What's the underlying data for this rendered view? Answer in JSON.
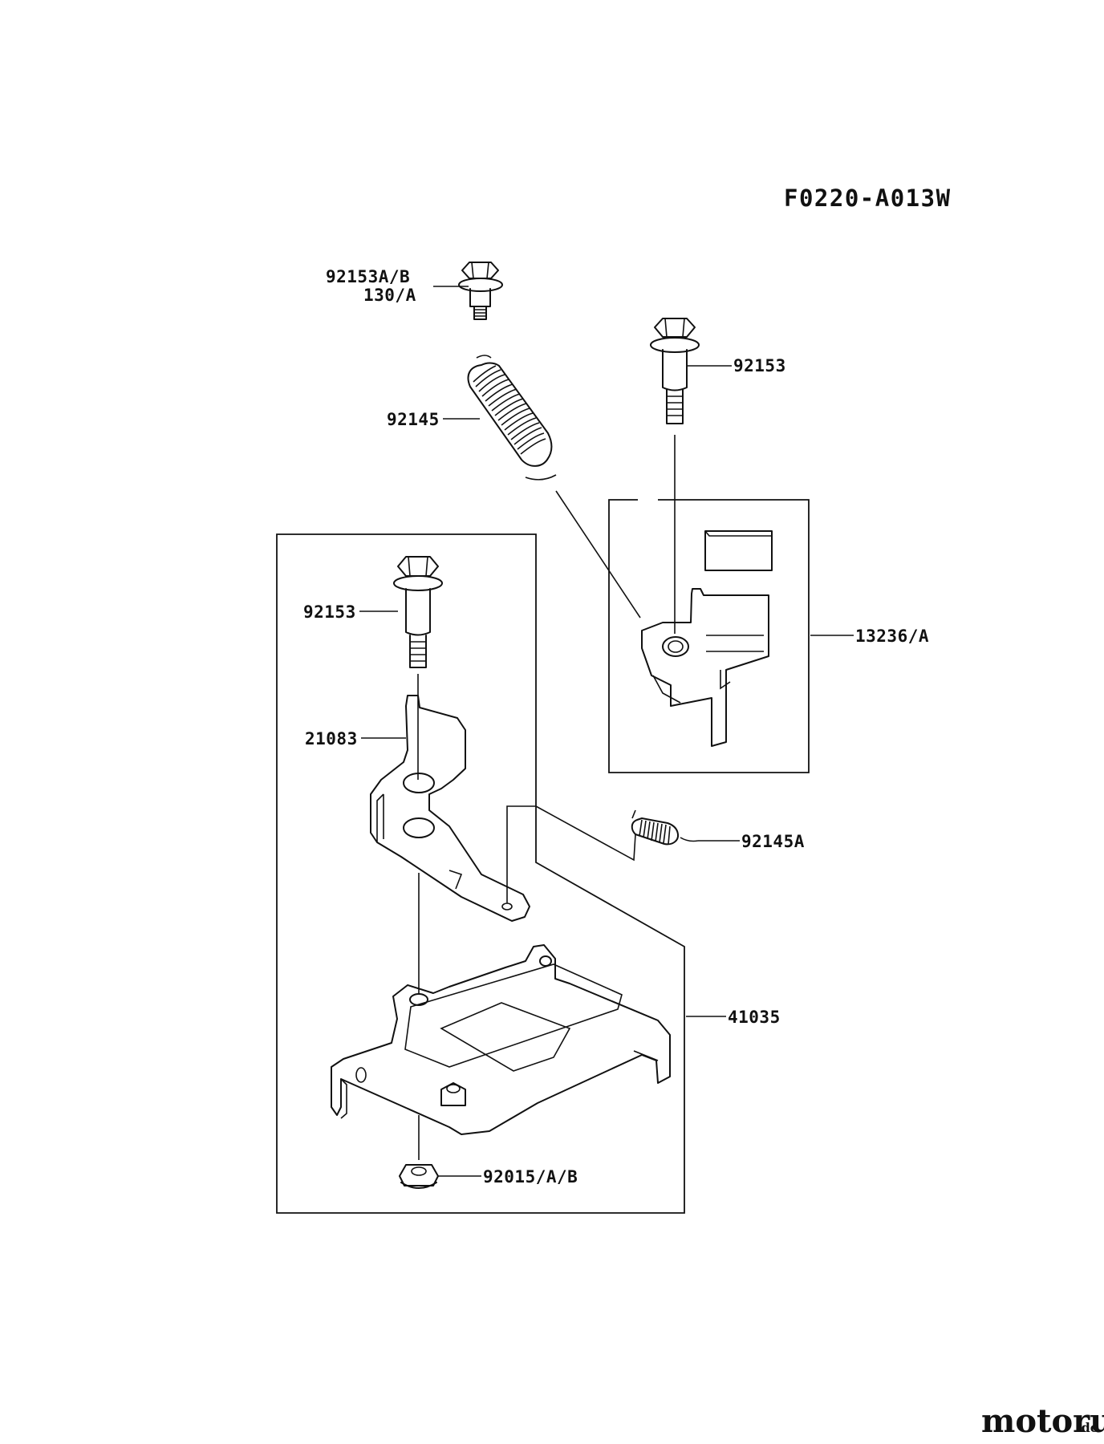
{
  "diagram": {
    "code": "F0220-A013W",
    "callouts": {
      "bolt_top": "92153A/B",
      "bolt_top_sub": "130/A",
      "spring_large": "92145",
      "bolt_right": "92153",
      "bracket_assy": "13236/A",
      "bolt_left": "92153",
      "lever": "21083",
      "spring_small": "92145A",
      "plate": "41035",
      "nut": "92015/A/B"
    }
  },
  "watermark": {
    "brand": "motoruf",
    "tld": ".de",
    "colors": [
      "#1f63b5",
      "#e2231a",
      "#f2a900",
      "#3a9a3a"
    ]
  }
}
